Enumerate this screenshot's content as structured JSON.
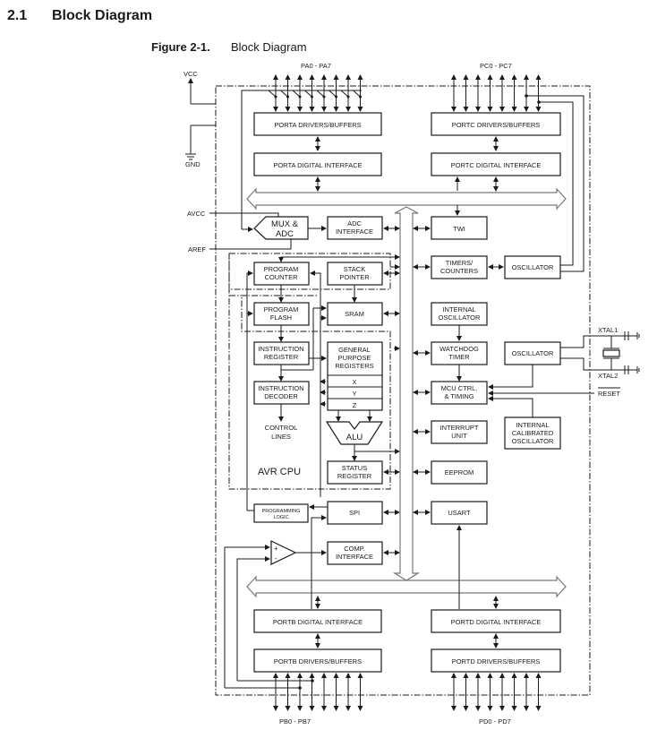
{
  "section": {
    "number": "2.1",
    "title": "Block Diagram"
  },
  "figure": {
    "number": "Figure 2-1.",
    "title": "Block Diagram"
  },
  "pins": {
    "vcc": "VCC",
    "gnd": "GND",
    "avcc": "AVCC",
    "aref": "AREF",
    "pa": "PA0 - PA7",
    "pc": "PC0 - PC7",
    "pb": "PB0 - PB7",
    "pd": "PD0 - PD7",
    "xtal1": "XTAL1",
    "xtal2": "XTAL2",
    "reset": "RESET"
  },
  "blocks": {
    "porta_drivers": "PORTA DRIVERS/BUFFERS",
    "porta_digital": "PORTA DIGITAL INTERFACE",
    "portc_drivers": "PORTC DRIVERS/BUFFERS",
    "portc_digital": "PORTC DIGITAL INTERFACE",
    "mux_adc": [
      "MUX &",
      "ADC"
    ],
    "adc_interface": [
      "ADC",
      "INTERFACE"
    ],
    "twi": "TWI",
    "program_counter": [
      "PROGRAM",
      "COUNTER"
    ],
    "stack_pointer": [
      "STACK",
      "POINTER"
    ],
    "timers_counters": [
      "TIMERS/",
      "COUNTERS"
    ],
    "oscillator_timers": "OSCILLATOR",
    "program_flash": [
      "PROGRAM",
      "FLASH"
    ],
    "sram": "SRAM",
    "internal_oscillator": [
      "INTERNAL",
      "OSCILLATOR"
    ],
    "instruction_register": [
      "INSTRUCTION",
      "REGISTER"
    ],
    "gp_registers": [
      "GENERAL",
      "PURPOSE",
      "REGISTERS"
    ],
    "reg_x": "X",
    "reg_y": "Y",
    "reg_z": "Z",
    "watchdog_timer": [
      "WATCHDOG",
      "TIMER"
    ],
    "oscillator_xtal": "OSCILLATOR",
    "instruction_decoder": [
      "INSTRUCTION",
      "DECODER"
    ],
    "mcu_ctrl": [
      "MCU CTRL.",
      "& TIMING"
    ],
    "control_lines": [
      "CONTROL",
      "LINES"
    ],
    "alu": "ALU",
    "interrupt_unit": [
      "INTERRUPT",
      "UNIT"
    ],
    "internal_calibrated_oscillator": [
      "INTERNAL",
      "CALIBRATED",
      "OSCILLATOR"
    ],
    "avr_cpu": "AVR CPU",
    "status_register": [
      "STATUS",
      "REGISTER"
    ],
    "eeprom": "EEPROM",
    "programming_logic": [
      "PROGRAMMING",
      "LOGIC"
    ],
    "spi": "SPI",
    "usart": "USART",
    "comparator_plus": "+",
    "comparator_minus": "-",
    "comp_interface": [
      "COMP.",
      "INTERFACE"
    ],
    "portb_digital": "PORTB DIGITAL INTERFACE",
    "portb_drivers": "PORTB DRIVERS/BUFFERS",
    "portd_digital": "PORTD DIGITAL INTERFACE",
    "portd_drivers": "PORTD DRIVERS/BUFFERS"
  }
}
